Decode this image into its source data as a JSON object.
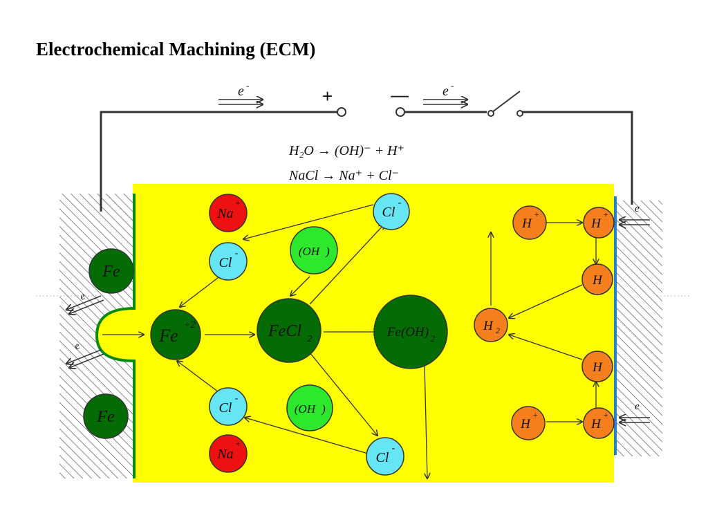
{
  "title": "Electrochemical Machining (ECM)",
  "colors": {
    "electrolyte": "#ffff00",
    "dark_green": "#056b05",
    "light_green": "#2ee82e",
    "cyan": "#66e5f5",
    "red": "#ee1111",
    "orange": "#f47f1c",
    "cathode_edge": "#2a7fd4"
  },
  "circuit": {
    "electron_label": "e",
    "electron_sup": "-",
    "plus": "+",
    "minus": "—"
  },
  "equations": {
    "eq1": "H₂O → (OH)⁻ + H⁺",
    "eq2": "NaCl → Na⁺ + Cl⁻"
  },
  "ions": {
    "fe_top": "Fe",
    "fe_bottom": "Fe",
    "fe2": "Fe",
    "fe2_sup": "+2",
    "fecl2": "FeCl",
    "fecl2_sub": "2",
    "feoh2": "Fe(OH)",
    "feoh2_sub": "2",
    "na_top": "Na",
    "na_bottom": "Na",
    "na_sup": "+",
    "cl_label": "Cl",
    "cl_sup": "-",
    "oh_label": "(OH",
    "oh_close": ")",
    "h_plus": "H",
    "h_plus_sup": "+",
    "h": "H",
    "h2": "H",
    "h2_sub": "2"
  }
}
